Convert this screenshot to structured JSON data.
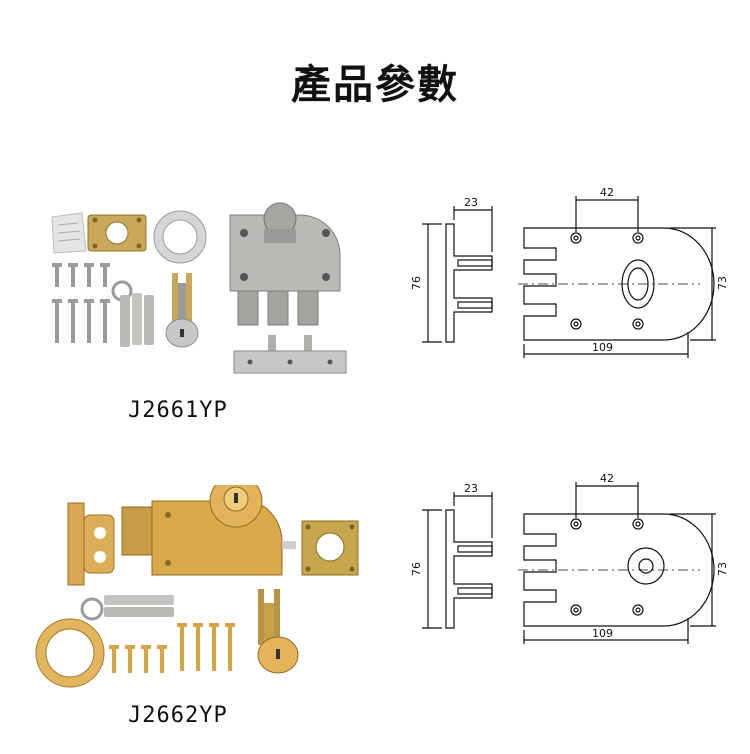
{
  "page": {
    "title": "產品參數"
  },
  "products": [
    {
      "model": "J2661YP",
      "finish_color": "#b9b9b6",
      "dimensions": {
        "depth": "23",
        "height": "76",
        "hole_spacing": "42",
        "width": "109",
        "body_height": "73"
      }
    },
    {
      "model": "J2662YP",
      "finish_color": "#d9a94a",
      "dimensions": {
        "depth": "23",
        "height": "76",
        "hole_spacing": "42",
        "width": "109",
        "body_height": "73"
      }
    }
  ]
}
